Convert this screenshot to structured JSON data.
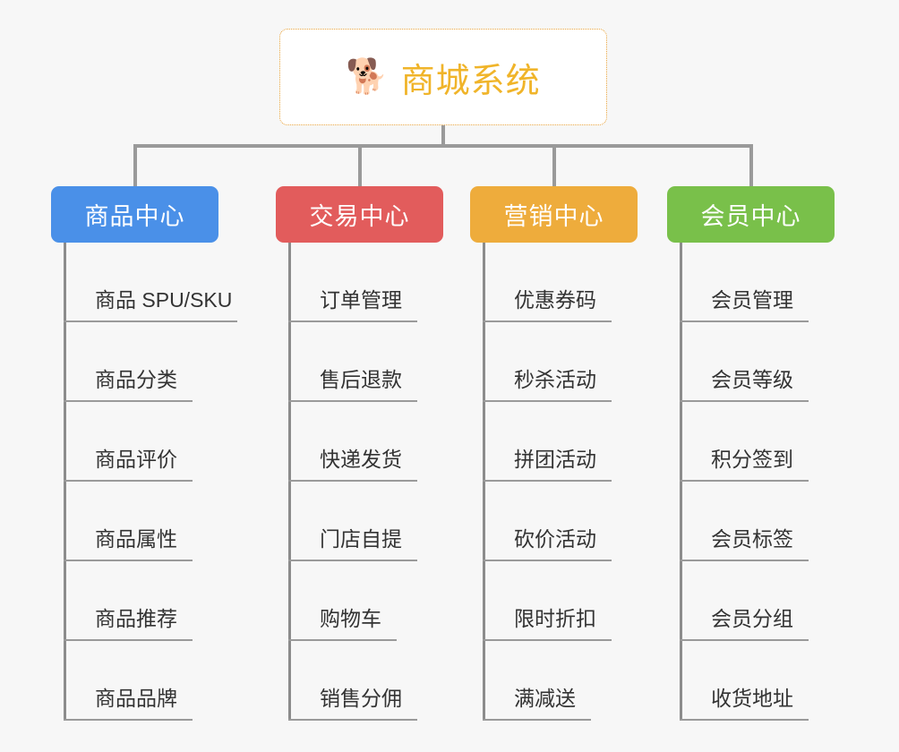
{
  "page": {
    "background_color": "#f7f7f7",
    "line_color": "#9a9a9a"
  },
  "root": {
    "title": "商城系统",
    "emoji": "🐕",
    "emoji_name": "shiba-inu-dog-face",
    "text_color": "#f0b429",
    "border_color": "#e8a33d"
  },
  "branches": [
    {
      "label": "商品中心",
      "color": "#4a90e8",
      "items": [
        "商品 SPU/SKU",
        "商品分类",
        "商品评价",
        "商品属性",
        "商品推荐",
        "商品品牌"
      ]
    },
    {
      "label": "交易中心",
      "color": "#e25c5c",
      "items": [
        "订单管理",
        "售后退款",
        "快递发货",
        "门店自提",
        "购物车",
        "销售分佣"
      ]
    },
    {
      "label": "营销中心",
      "color": "#eeac3c",
      "items": [
        "优惠券码",
        "秒杀活动",
        "拼团活动",
        "砍价活动",
        "限时折扣",
        "满减送"
      ]
    },
    {
      "label": "会员中心",
      "color": "#79c04a",
      "items": [
        "会员管理",
        "会员等级",
        "积分签到",
        "会员标签",
        "会员分组",
        "收货地址"
      ]
    }
  ]
}
